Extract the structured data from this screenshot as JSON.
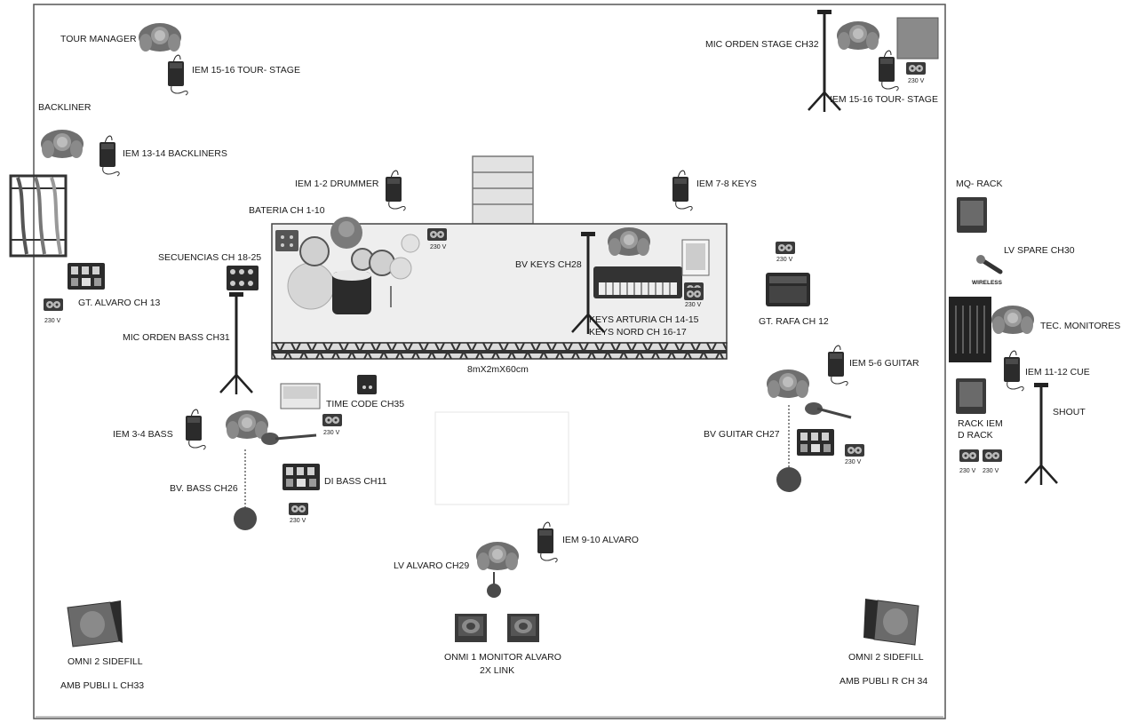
{
  "labels": {
    "tour_manager": "TOUR MANAGER",
    "iem_15_16_left": "IEM 15-16 TOUR- STAGE",
    "backliner": "BACKLINER",
    "iem_13_14": "IEM 13-14  BACKLINERS",
    "iem_1_2": "IEM 1-2 DRUMMER",
    "bateria": "BATERIA CH 1-10",
    "iem_7_8": "IEM 7-8 KEYS",
    "mic_orden_stage": "MIC ORDEN STAGE CH32",
    "iem_15_16_right": "IEM 15-16 TOUR- STAGE",
    "mq_rack": "MQ- RACK",
    "lv_spare": "LV SPARE CH30",
    "wireless": "WIRELESS",
    "tec_monitores": "TEC. MONITORES",
    "iem_11_12": "IEM 11-12 CUE",
    "shout": "SHOUT",
    "rack_iem": "RACK IEM",
    "d_rack": "D RACK",
    "secuencias": "SECUENCIAS CH 18-25",
    "gt_alvaro": "GT. ALVARO CH 13",
    "mic_orden_bass": "MIC ORDEN BASS CH31",
    "bv_keys": "BV KEYS CH28",
    "keys_arturia": "KEYS ARTURIA CH 14-15",
    "keys_nord": "KEYS NORD CH 16-17",
    "gt_rafa": "GT. RAFA CH 12",
    "riser": "8mX2mX60cm",
    "time_code": "TIME CODE CH35",
    "iem_5_6": "IEM 5-6 GUITAR",
    "bv_guitar": "BV GUITAR CH27",
    "iem_3_4": "IEM 3-4  BASS",
    "bv_bass": "BV. BASS CH26",
    "di_bass": "DI BASS CH11",
    "iem_9_10": "IEM 9-10 ALVARO",
    "lv_alvaro": "LV ALVARO CH29",
    "omni_left": "OMNI 2 SIDEFILL",
    "amb_l": "AMB PUBLI L CH33",
    "monitor_1": "ONMI 1 MONITOR ALVARO",
    "monitor_2": "2X LINK",
    "omni_right": "OMNI 2 SIDEFILL",
    "amb_r": "AMB PUBLI R CH 34",
    "power": "230 V"
  },
  "colors": {
    "stage_border": "#555555",
    "riser_fill": "#eeeeee",
    "truss": "#333333",
    "equipment_dark": "#2b2b2b",
    "equipment_mid": "#7a7a7a",
    "equipment_light": "#c8c8c8"
  }
}
